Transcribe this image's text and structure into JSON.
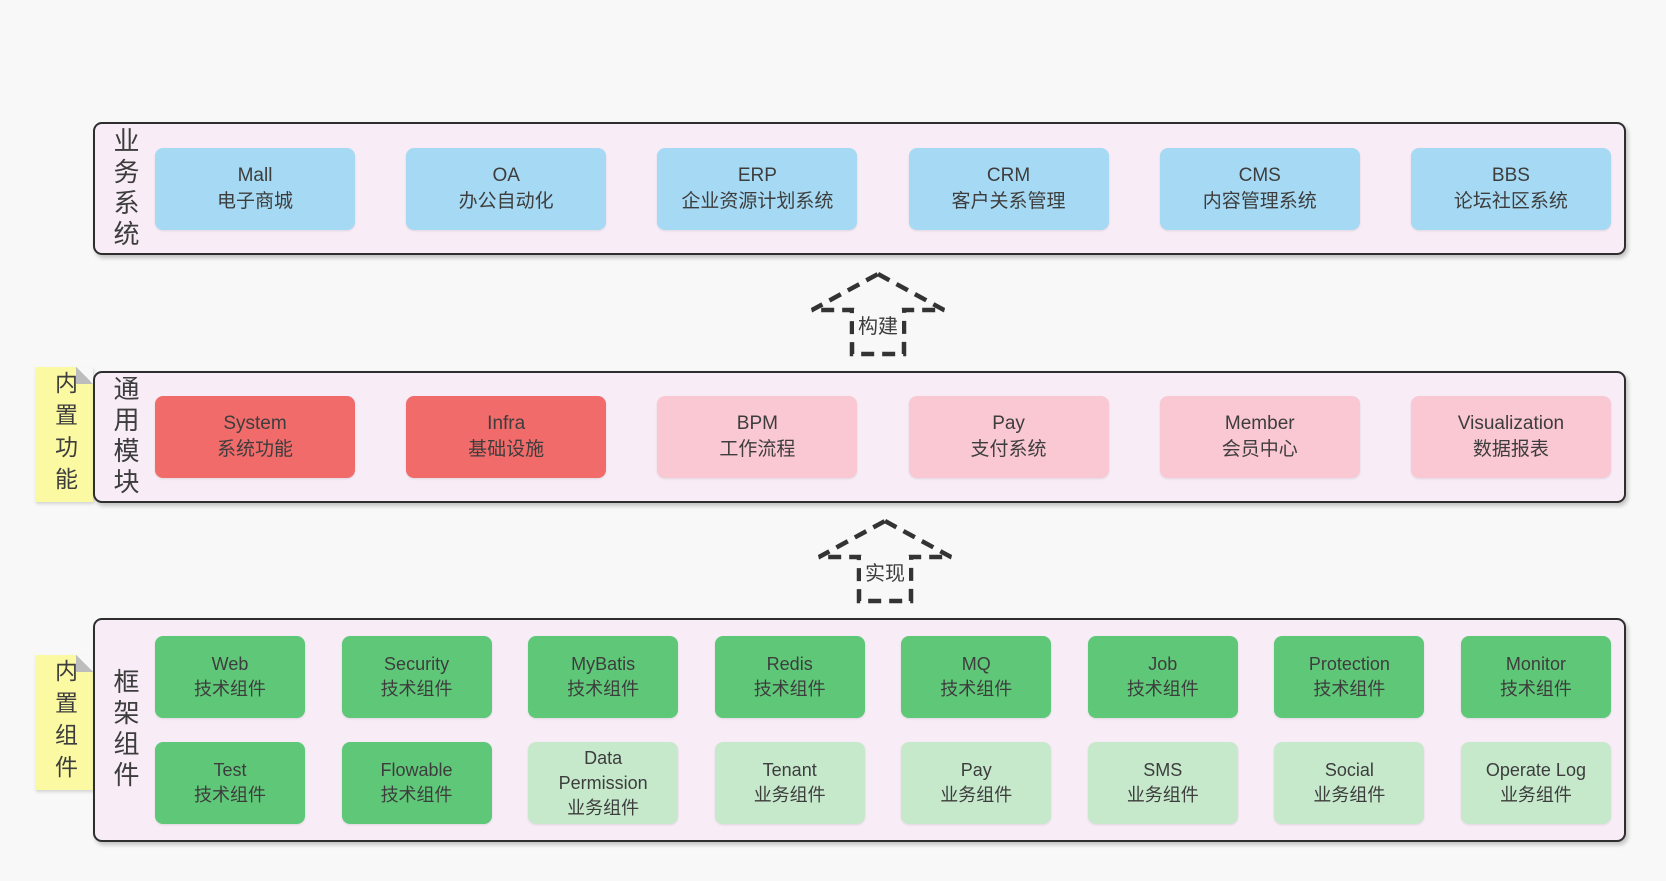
{
  "layers": [
    {
      "id": "business-systems",
      "label": "业务系统",
      "boxes": [
        {
          "en": "Mall",
          "zh": "电子商城",
          "color": "blue"
        },
        {
          "en": "OA",
          "zh": "办公自动化",
          "color": "blue"
        },
        {
          "en": "ERP",
          "zh": "企业资源计划系统",
          "color": "blue"
        },
        {
          "en": "CRM",
          "zh": "客户关系管理",
          "color": "blue"
        },
        {
          "en": "CMS",
          "zh": "内容管理系统",
          "color": "blue"
        },
        {
          "en": "BBS",
          "zh": "论坛社区系统",
          "color": "blue"
        }
      ]
    },
    {
      "id": "common-modules",
      "label": "通用模块",
      "note": "内置功能",
      "boxes": [
        {
          "en": "System",
          "zh": "系统功能",
          "color": "red"
        },
        {
          "en": "Infra",
          "zh": "基础设施",
          "color": "red"
        },
        {
          "en": "BPM",
          "zh": "工作流程",
          "color": "pink"
        },
        {
          "en": "Pay",
          "zh": "支付系统",
          "color": "pink"
        },
        {
          "en": "Member",
          "zh": "会员中心",
          "color": "pink"
        },
        {
          "en": "Visualization",
          "zh": "数据报表",
          "color": "pink"
        }
      ]
    },
    {
      "id": "framework-components",
      "label": "框架组件",
      "note": "内置组件",
      "rows": [
        [
          {
            "en": "Web",
            "zh": "技术组件",
            "color": "green"
          },
          {
            "en": "Security",
            "zh": "技术组件",
            "color": "green"
          },
          {
            "en": "MyBatis",
            "zh": "技术组件",
            "color": "green"
          },
          {
            "en": "Redis",
            "zh": "技术组件",
            "color": "green"
          },
          {
            "en": "MQ",
            "zh": "技术组件",
            "color": "green"
          },
          {
            "en": "Job",
            "zh": "技术组件",
            "color": "green"
          },
          {
            "en": "Protection",
            "zh": "技术组件",
            "color": "green"
          },
          {
            "en": "Monitor",
            "zh": "技术组件",
            "color": "green"
          }
        ],
        [
          {
            "en": "Test",
            "zh": "技术组件",
            "color": "green"
          },
          {
            "en": "Flowable",
            "zh": "技术组件",
            "color": "green"
          },
          {
            "en": "Data Permission",
            "zh": "业务组件",
            "color": "lightgreen"
          },
          {
            "en": "Tenant",
            "zh": "业务组件",
            "color": "lightgreen"
          },
          {
            "en": "Pay",
            "zh": "业务组件",
            "color": "lightgreen"
          },
          {
            "en": "SMS",
            "zh": "业务组件",
            "color": "lightgreen"
          },
          {
            "en": "Social",
            "zh": "业务组件",
            "color": "lightgreen"
          },
          {
            "en": "Operate Log",
            "zh": "业务组件",
            "color": "lightgreen"
          }
        ]
      ]
    }
  ],
  "arrows": [
    {
      "label": "构建"
    },
    {
      "label": "实现"
    }
  ],
  "colors": {
    "page_bg": "#f8f8f8",
    "band_bg": "#f8edf7",
    "band_border": "#2e2e2e",
    "text": "#3d3d3d",
    "blue": "#a6daf4",
    "red": "#f16b6b",
    "pink": "#fac8d3",
    "green": "#5fc878",
    "lightgreen": "#c6e9cc",
    "yellow": "#fbf9a2",
    "fold": "#bdbdbd",
    "arrow": "#333333"
  }
}
